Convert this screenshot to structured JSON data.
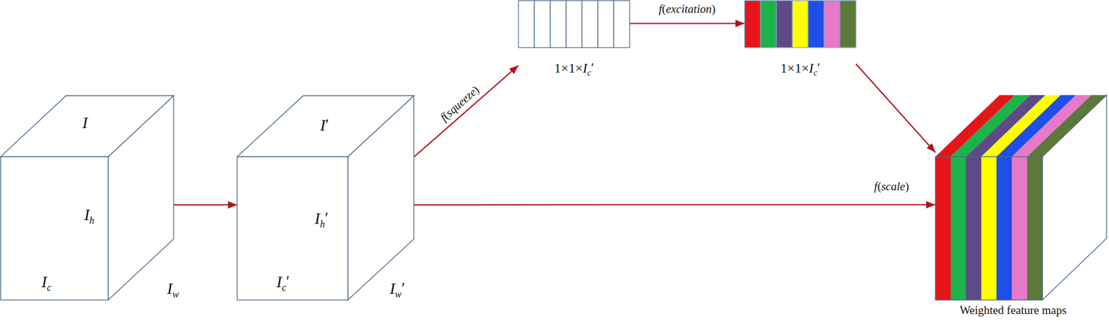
{
  "diagram": {
    "nodes": [
      {
        "text": [
          "I",
          "Ih",
          "Ic",
          "Iw"
        ]
      },
      {
        "text": [
          "I′",
          "Ih′",
          "Ic′",
          "Iw′"
        ]
      },
      {
        "text": [
          "1×1×Ic′"
        ]
      },
      {
        "text": [
          "1×1×Ic′"
        ]
      },
      {
        "text": [
          "Weighted feature maps"
        ]
      }
    ],
    "edges": [
      {
        "from": 0,
        "to": 1,
        "arrow": "to"
      },
      {
        "from": 1,
        "to": 2,
        "arrow": "to",
        "label": "f(squeeze)"
      },
      {
        "from": 2,
        "to": 3,
        "arrow": "to",
        "label": "f(excitation)"
      },
      {
        "from": 3,
        "to": 4,
        "arrow": "to"
      },
      {
        "from": 1,
        "to": 4,
        "arrow": "to",
        "label": "f(scale)"
      }
    ]
  }
}
